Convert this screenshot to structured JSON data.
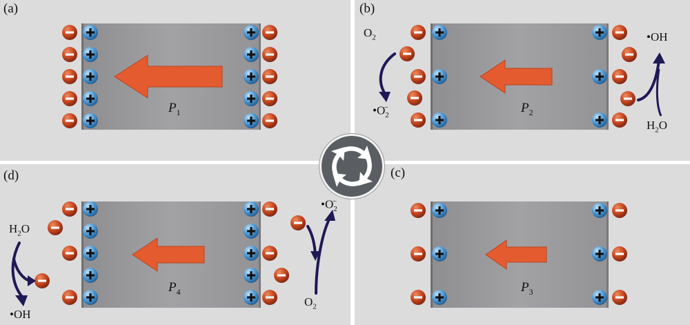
{
  "panels": [
    {
      "id": "a",
      "label": "(a)",
      "polarization": "P",
      "sub": "1"
    },
    {
      "id": "b",
      "label": "(b)",
      "polarization": "P",
      "sub": "2"
    },
    {
      "id": "c",
      "label": "(c)",
      "polarization": "P",
      "sub": "3"
    },
    {
      "id": "d",
      "label": "(d)",
      "polarization": "P",
      "sub": "4"
    }
  ],
  "species": {
    "o2": {
      "main": "O",
      "sub": "2"
    },
    "superoxide": {
      "dot": "•",
      "main": "O",
      "sub": "2",
      "sup": "−"
    },
    "hydroxyl": "•OH",
    "water": {
      "main": "H",
      "sub": "2",
      "tail": "O"
    }
  },
  "colors": {
    "panel_bg": "#dcdcdd",
    "slab": "#9c9c9f",
    "arrow": "#e35b2f",
    "positive_charge": "#4b97d4",
    "negative_charge": "#c4461f",
    "reaction_arrow": "#1f1956",
    "cycle_badge": "#5a5e63"
  },
  "icons": [
    "cycle-arrows-icon",
    "polarization-arrow",
    "positive-charge",
    "negative-charge"
  ]
}
